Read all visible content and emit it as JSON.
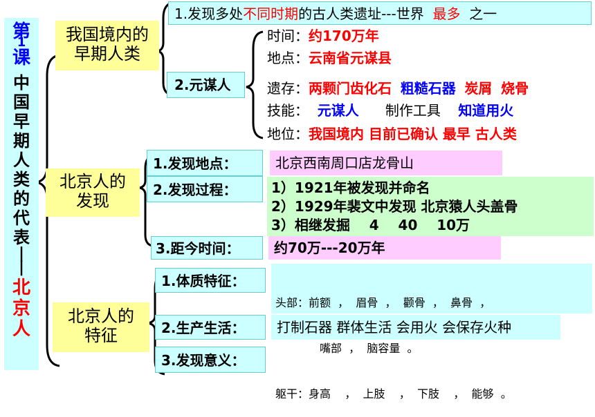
{
  "sidebar": {
    "lesson_top": "第",
    "lesson_num": "1",
    "lesson_bottom": "课",
    "title_chars": [
      "中",
      "国",
      "早",
      "期",
      "人",
      "类",
      "的",
      "代",
      "表"
    ],
    "dash1": "|",
    "dash2": "|",
    "bottom_chars": [
      "北",
      "京",
      "人"
    ]
  },
  "section1": {
    "label_line1": "我国境内的",
    "label_line2": "早期人类",
    "item1": {
      "prefix": "1.发现多处",
      "highlight1": "不同时期",
      "middle": "的古人类遗址---世界",
      "highlight2": "最多",
      "suffix": "之一"
    },
    "item2_label": "2.元谋人",
    "rows": [
      {
        "key": "时间：",
        "value": "约",
        "value_bold": "170",
        "value_tail": "万年"
      },
      {
        "key": "地点：",
        "value": "云南省元谋县"
      },
      {
        "key": "遗存：",
        "parts": [
          "两颗门齿化石",
          "粗糙石器",
          "炭屑",
          "烧骨"
        ]
      },
      {
        "key": "技能：",
        "parts": [
          "元谋人",
          "制作工具",
          "知道用火"
        ]
      },
      {
        "key": "地位：",
        "value": "我国境内 目前已确认 最早  古人类"
      }
    ]
  },
  "section2": {
    "label_line1": "北京人的",
    "label_line2": "发现",
    "items": [
      {
        "label": "1.发现地点：",
        "content": "北京西南周口店龙骨山"
      },
      {
        "label": "2.发现过程：",
        "lines": [
          "1）1921年被发现并命名",
          "2）1929年裴文中发现  北京猿人头盖骨",
          "3）相继发掘    4    40    10万"
        ]
      },
      {
        "label": "3.距今时间：",
        "content": "约70万---20万年"
      }
    ]
  },
  "section3": {
    "label_line1": "北京人的",
    "label_line2": "特征",
    "items": [
      {
        "label": "1.体质特征：",
        "lines": [
          "头部：前额  ，  眉骨  ，  颧骨  ，  鼻骨  ，",
          "嘴部  ，  脑容量  。",
          "躯干：身高    ，  上肢    ，  下肢    ，  能够  。"
        ]
      },
      {
        "label": "2.生产生活：",
        "content": "打制石器 群体生活 会用火 会保存火种"
      },
      {
        "label": "3.发现意义：",
        "content": ""
      }
    ]
  },
  "colors": {
    "cyan": "#ccffff",
    "yellow": "#ffff99",
    "pink": "#ffccff",
    "green": "#ccffcc",
    "red": "#ff0000",
    "blue": "#0000ff"
  }
}
